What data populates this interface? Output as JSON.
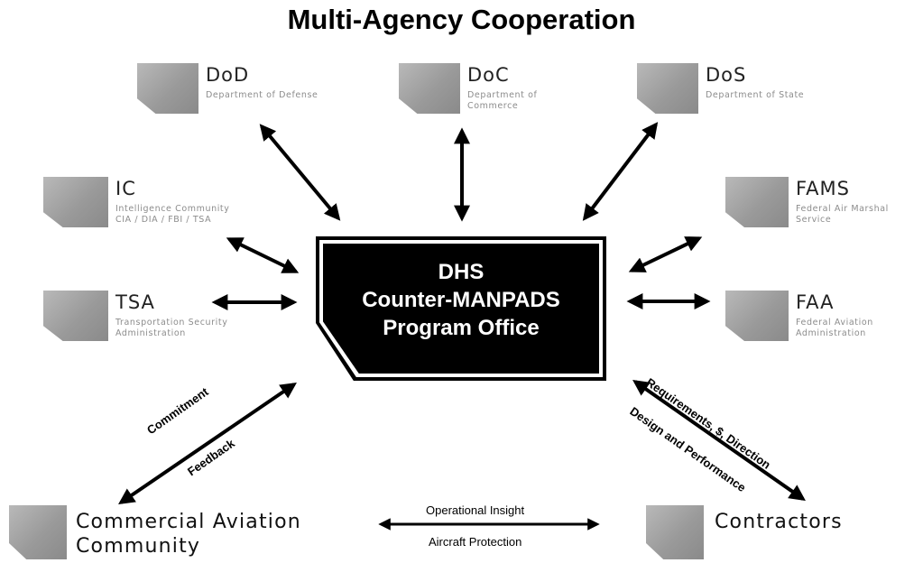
{
  "title": "Multi-Agency Cooperation",
  "center": {
    "line1": "DHS",
    "line2": "Counter-MANPADS",
    "line3": "Program Office"
  },
  "agencies": {
    "dod": {
      "abbr": "DoD",
      "full1": "Department of Defense",
      "full2": ""
    },
    "doc": {
      "abbr": "DoC",
      "full1": "Department of",
      "full2": "Commerce"
    },
    "dos": {
      "abbr": "DoS",
      "full1": "Department of State",
      "full2": ""
    },
    "ic": {
      "abbr": "IC",
      "full1": "Intelligence Community",
      "full2": "CIA / DIA / FBI / TSA"
    },
    "fams": {
      "abbr": "FAMS",
      "full1": "Federal Air Marshal",
      "full2": "Service"
    },
    "tsa": {
      "abbr": "TSA",
      "full1": "Transportation Security",
      "full2": "Administration"
    },
    "faa": {
      "abbr": "FAA",
      "full1": "Federal Aviation",
      "full2": "Administration"
    }
  },
  "bottom": {
    "commercial": {
      "line1": "Commercial Aviation",
      "line2": "Community"
    },
    "contractors": {
      "line1": "Contractors"
    }
  },
  "edge_labels": {
    "commitment": "Commitment",
    "feedback": "Feedback",
    "requirements": "Requirements, $, Direction",
    "design": "Design and Performance",
    "operational": "Operational Insight",
    "aircraft": "Aircraft Protection"
  }
}
